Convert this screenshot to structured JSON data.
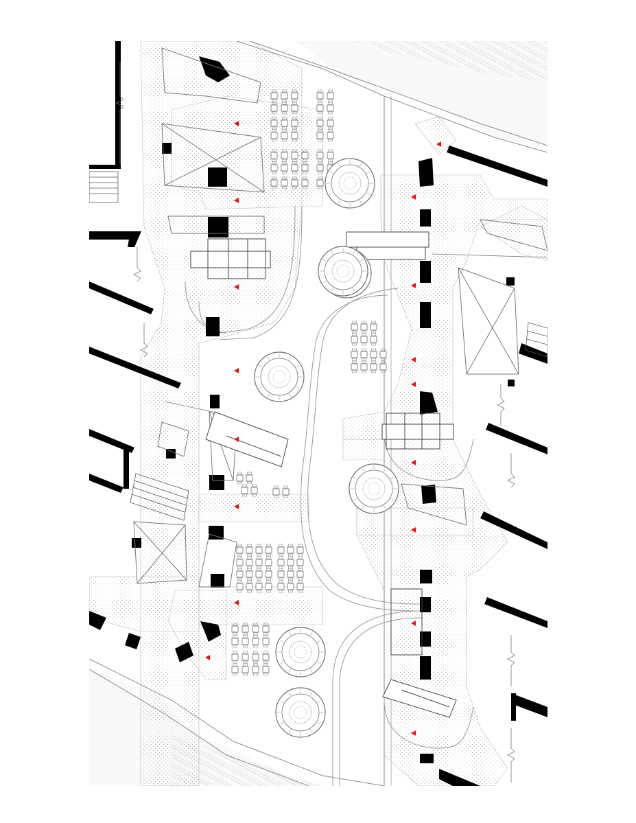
{
  "drawing": {
    "kind": "site plan",
    "text_labels": [],
    "colors": {
      "background": "#ffffff",
      "wall": "#000000",
      "paving_dots": "#9a9a9a",
      "line": "#888888",
      "marker": "#e8141b",
      "planter": "#6f6f6f"
    },
    "marker_count": 17,
    "tree_count": 7
  }
}
